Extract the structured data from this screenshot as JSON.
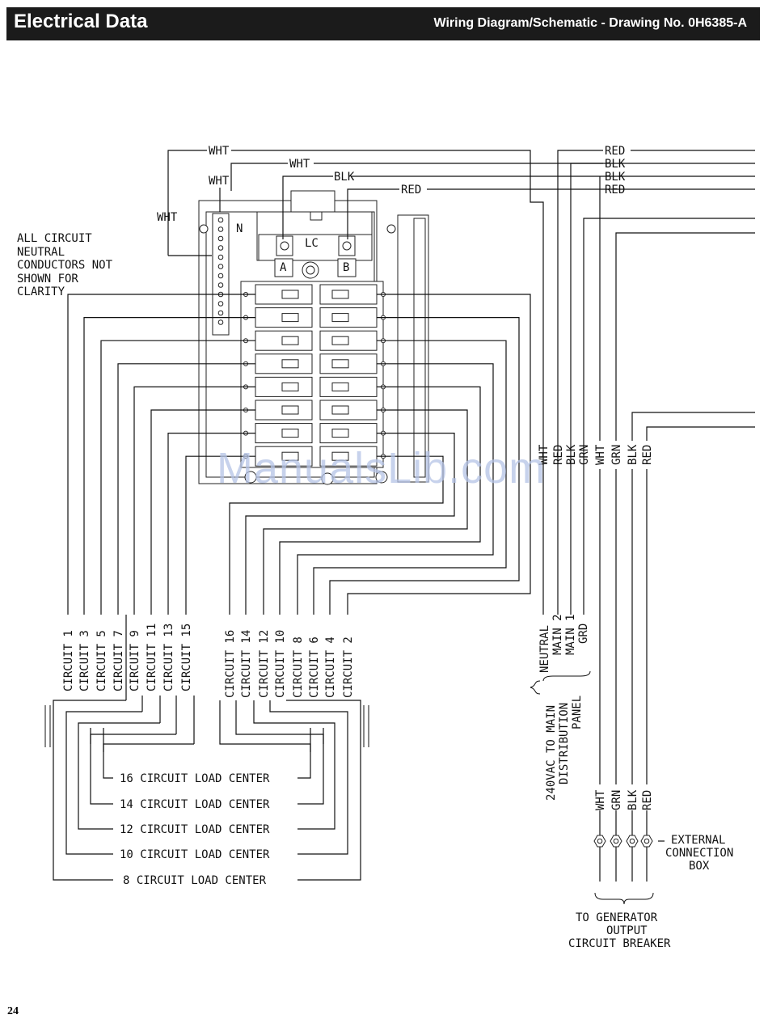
{
  "header": {
    "section_title": "Electrical Data",
    "drawing_title": "Wiring Diagram/Schematic - Drawing No. 0H6385-A"
  },
  "page_number": "24",
  "watermark": "ManualsLib.com",
  "panel": {
    "neutral_bar_label": "N",
    "lc_label": "LC",
    "main_a": "A",
    "main_b": "B"
  },
  "note": [
    "ALL CIRCUIT",
    "NEUTRAL",
    "CONDUCTORS NOT",
    "SHOWN FOR",
    "CLARITY"
  ],
  "wire_tags": {
    "wht": "WHT",
    "blk": "BLK",
    "red": "RED",
    "grn": "GRN"
  },
  "circuits_odd": [
    "CIRCUIT 1",
    "CIRCUIT 3",
    "CIRCUIT 5",
    "CIRCUIT 7",
    "CIRCUIT 9",
    "CIRCUIT 11",
    "CIRCUIT 13",
    "CIRCUIT 15"
  ],
  "circuits_even": [
    "CIRCUIT 16",
    "CIRCUIT 14",
    "CIRCUIT 12",
    "CIRCUIT 10",
    "CIRCUIT 8",
    "CIRCUIT 6",
    "CIRCUIT 4",
    "CIRCUIT 2"
  ],
  "load_centers": [
    "16 CIRCUIT LOAD CENTER",
    "14 CIRCUIT LOAD CENTER",
    "12 CIRCUIT LOAD CENTER",
    "10 CIRCUIT LOAD CENTER",
    "8 CIRCUIT LOAD CENTER"
  ],
  "main_feed": {
    "labels": [
      "NEUTRAL",
      "MAIN 2",
      "MAIN 1",
      "GRD"
    ],
    "caption": [
      "240VAC TO MAIN",
      "DISTRIBUTION",
      "PANEL"
    ]
  },
  "external_box": [
    "EXTERNAL",
    "CONNECTION",
    "BOX"
  ],
  "generator_caption": [
    "TO GENERATOR",
    "OUTPUT",
    "CIRCUIT BREAKER"
  ]
}
